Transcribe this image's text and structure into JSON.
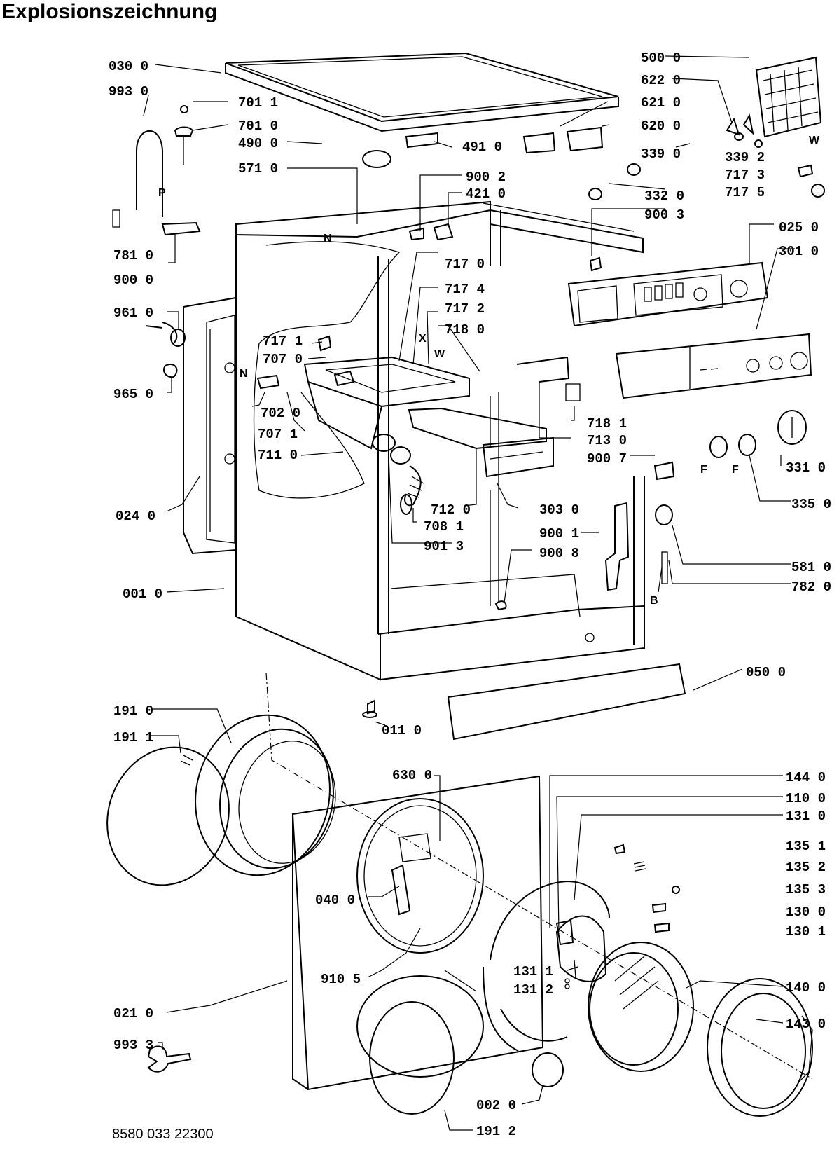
{
  "title": "Explosionszeichnung",
  "footer_code": "8580 033 22300",
  "labels": [
    {
      "id": "030-0",
      "text": "030 0"
    },
    {
      "id": "993-0",
      "text": "993 0"
    },
    {
      "id": "701-1",
      "text": "701 1"
    },
    {
      "id": "701-0",
      "text": "701 0"
    },
    {
      "id": "490-0",
      "text": "490 0"
    },
    {
      "id": "491-0",
      "text": "491 0"
    },
    {
      "id": "571-0",
      "text": "571 0"
    },
    {
      "id": "781-0",
      "text": "781 0"
    },
    {
      "id": "900-0",
      "text": "900 0"
    },
    {
      "id": "900-2",
      "text": "900 2"
    },
    {
      "id": "421-0",
      "text": "421 0"
    },
    {
      "id": "500-0",
      "text": "500 0"
    },
    {
      "id": "622-0",
      "text": "622 0"
    },
    {
      "id": "621-0",
      "text": "621 0"
    },
    {
      "id": "620-0",
      "text": "620 0"
    },
    {
      "id": "339-0",
      "text": "339 0"
    },
    {
      "id": "339-2",
      "text": "339 2"
    },
    {
      "id": "717-3",
      "text": "717 3"
    },
    {
      "id": "717-5",
      "text": "717 5"
    },
    {
      "id": "332-0",
      "text": "332 0"
    },
    {
      "id": "900-3",
      "text": "900 3"
    },
    {
      "id": "025-0",
      "text": "025 0"
    },
    {
      "id": "301-0",
      "text": "301 0"
    },
    {
      "id": "717-0",
      "text": "717 0"
    },
    {
      "id": "717-4",
      "text": "717 4"
    },
    {
      "id": "717-2",
      "text": "717 2"
    },
    {
      "id": "718-0",
      "text": "718 0"
    },
    {
      "id": "717-1",
      "text": "717 1"
    },
    {
      "id": "707-0",
      "text": "707 0"
    },
    {
      "id": "961-0",
      "text": "961 0"
    },
    {
      "id": "965-0",
      "text": "965 0"
    },
    {
      "id": "702-0",
      "text": "702 0"
    },
    {
      "id": "707-1",
      "text": "707 1"
    },
    {
      "id": "711-0",
      "text": "711 0"
    },
    {
      "id": "718-1",
      "text": "718 1"
    },
    {
      "id": "713-0",
      "text": "713 0"
    },
    {
      "id": "900-7",
      "text": "900 7"
    },
    {
      "id": "331-0",
      "text": "331 0"
    },
    {
      "id": "335-0",
      "text": "335 0"
    },
    {
      "id": "024-0",
      "text": "024 0"
    },
    {
      "id": "712-0",
      "text": "712 0"
    },
    {
      "id": "708-1",
      "text": "708 1"
    },
    {
      "id": "901-3",
      "text": "901 3"
    },
    {
      "id": "303-0",
      "text": "303 0"
    },
    {
      "id": "900-1",
      "text": "900 1"
    },
    {
      "id": "900-8",
      "text": "900 8"
    },
    {
      "id": "581-0",
      "text": "581 0"
    },
    {
      "id": "782-0",
      "text": "782 0"
    },
    {
      "id": "001-0",
      "text": "001 0"
    },
    {
      "id": "050-0",
      "text": "050 0"
    },
    {
      "id": "191-0",
      "text": "191 0"
    },
    {
      "id": "191-1",
      "text": "191 1"
    },
    {
      "id": "011-0",
      "text": "011 0"
    },
    {
      "id": "630-0",
      "text": "630 0"
    },
    {
      "id": "144-0",
      "text": "144 0"
    },
    {
      "id": "110-0",
      "text": "110 0"
    },
    {
      "id": "131-0",
      "text": "131 0"
    },
    {
      "id": "135-1",
      "text": "135 1"
    },
    {
      "id": "135-2",
      "text": "135 2"
    },
    {
      "id": "135-3",
      "text": "135 3"
    },
    {
      "id": "130-0",
      "text": "130 0"
    },
    {
      "id": "130-1",
      "text": "130 1"
    },
    {
      "id": "040-0",
      "text": "040 0"
    },
    {
      "id": "140-0",
      "text": "140 0"
    },
    {
      "id": "131-1",
      "text": "131 1"
    },
    {
      "id": "131-2",
      "text": "131 2"
    },
    {
      "id": "910-5",
      "text": "910 5"
    },
    {
      "id": "143-0",
      "text": "143 0"
    },
    {
      "id": "021-0",
      "text": "021 0"
    },
    {
      "id": "993-3",
      "text": "993 3"
    },
    {
      "id": "002-0",
      "text": "002 0"
    },
    {
      "id": "191-2",
      "text": "191 2"
    }
  ],
  "markers": [
    {
      "id": "P",
      "text": "P"
    },
    {
      "id": "N1",
      "text": "N"
    },
    {
      "id": "N2",
      "text": "N"
    },
    {
      "id": "X",
      "text": "X"
    },
    {
      "id": "W1",
      "text": "W"
    },
    {
      "id": "W2",
      "text": "W"
    },
    {
      "id": "F1",
      "text": "F"
    },
    {
      "id": "F2",
      "text": "F"
    },
    {
      "id": "B",
      "text": "B"
    }
  ]
}
